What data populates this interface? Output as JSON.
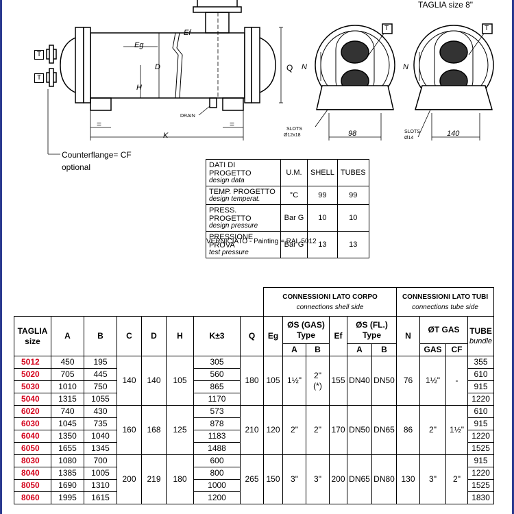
{
  "drawing": {
    "size_label": "TAGLIA size 8\"",
    "t_marker": "T",
    "dim_labels": {
      "ef": "Ef",
      "eg": "Eg",
      "d": "D",
      "h": "H",
      "q": "Q",
      "k": "K",
      "n": "N",
      "eq": "="
    },
    "drain": "DRAIN",
    "counterflange_line1": "Counterflange= CF",
    "counterflange_line2": "optional",
    "slots_left_1": "SLOTS",
    "slots_left_2": "Ø12x18",
    "slots_right_1": "SLOTS",
    "slots_right_2": "Ø14",
    "width_left": "98",
    "width_right": "140"
  },
  "design_table": {
    "headers": {
      "dati": "DATI DI PROGETTO",
      "dati_en": "design data",
      "um": "U.M.",
      "shell": "SHELL",
      "tubes": "TUBES"
    },
    "rows": [
      {
        "label": "TEMP. PROGETTO",
        "label_en": "design temperat.",
        "um": "°C",
        "shell": "99",
        "tubes": "99"
      },
      {
        "label": "PRESS. PROGETTO",
        "label_en": "design pressure",
        "um": "Bar G",
        "shell": "10",
        "tubes": "10"
      },
      {
        "label": "PRESSIONE PROVA",
        "label_en": "test pressure",
        "um": "Bar G",
        "shell": "13",
        "tubes": "13"
      }
    ],
    "painting": "VERNICIATO - Painting = RAL 5012"
  },
  "dims_table": {
    "group_shell": "CONNESSIONI LATO CORPO",
    "group_shell_en": "connections shell side",
    "group_tube": "CONNESSIONI LATO TUBI",
    "group_tube_en": "connections tube side",
    "h_taglia": "TAGLIA",
    "h_size": "size",
    "h_a": "A",
    "h_b": "B",
    "h_c": "C",
    "h_d": "D",
    "h_h": "H",
    "h_k": "K±3",
    "h_q": "Q",
    "h_eg": "Eg",
    "h_s_gas": "ØS (GAS)",
    "h_type": "Type",
    "h_ef": "Ef",
    "h_s_fl": "ØS (FL.)",
    "h_type2": "Type",
    "h_n": "N",
    "h_t_gas": "ØT GAS",
    "h_gas": "GAS",
    "h_cf": "CF",
    "h_tube": "TUBE",
    "h_bundle": "bundle",
    "sub_a": "A",
    "sub_b": "B",
    "sub_fa": "A",
    "sub_fb": "B",
    "groups": [
      {
        "c": "140",
        "d": "140",
        "h": "105",
        "q": "180",
        "eg": "105",
        "gas_a": "1½\"",
        "gas_b": "2\"",
        "gas_b_note": "(*)",
        "ef": "155",
        "fl_a": "DN40",
        "fl_b": "DN50",
        "n": "76",
        "t_gas": "1½\"",
        "cf": "-",
        "rows": [
          {
            "size": "5012",
            "a": "450",
            "b": "195",
            "k": "305",
            "tube": "355"
          },
          {
            "size": "5020",
            "a": "705",
            "b": "445",
            "k": "560",
            "tube": "610"
          },
          {
            "size": "5030",
            "a": "1010",
            "b": "750",
            "k": "865",
            "tube": "915"
          },
          {
            "size": "5040",
            "a": "1315",
            "b": "1055",
            "k": "1170",
            "tube": "1220"
          }
        ]
      },
      {
        "c": "160",
        "d": "168",
        "h": "125",
        "q": "210",
        "eg": "120",
        "gas_a": "2\"",
        "gas_b": "2\"",
        "gas_b_note": "",
        "ef": "170",
        "fl_a": "DN50",
        "fl_b": "DN65",
        "n": "86",
        "t_gas": "2\"",
        "cf": "1½\"",
        "rows": [
          {
            "size": "6020",
            "a": "740",
            "b": "430",
            "k": "573",
            "tube": "610"
          },
          {
            "size": "6030",
            "a": "1045",
            "b": "735",
            "k": "878",
            "tube": "915"
          },
          {
            "size": "6040",
            "a": "1350",
            "b": "1040",
            "k": "1183",
            "tube": "1220"
          },
          {
            "size": "6050",
            "a": "1655",
            "b": "1345",
            "k": "1488",
            "tube": "1525"
          }
        ]
      },
      {
        "c": "200",
        "d": "219",
        "h": "180",
        "q": "265",
        "eg": "150",
        "gas_a": "3\"",
        "gas_b": "3\"",
        "gas_b_note": "",
        "ef": "200",
        "fl_a": "DN65",
        "fl_b": "DN80",
        "n": "130",
        "t_gas": "3\"",
        "cf": "2\"",
        "rows": [
          {
            "size": "8030",
            "a": "1080",
            "b": "700",
            "k": "600",
            "tube": "915"
          },
          {
            "size": "8040",
            "a": "1385",
            "b": "1005",
            "k": "800",
            "tube": "1220"
          },
          {
            "size": "8050",
            "a": "1690",
            "b": "1310",
            "k": "1000",
            "tube": "1525"
          },
          {
            "size": "8060",
            "a": "1995",
            "b": "1615",
            "k": "1200",
            "tube": "1830"
          }
        ]
      }
    ]
  }
}
